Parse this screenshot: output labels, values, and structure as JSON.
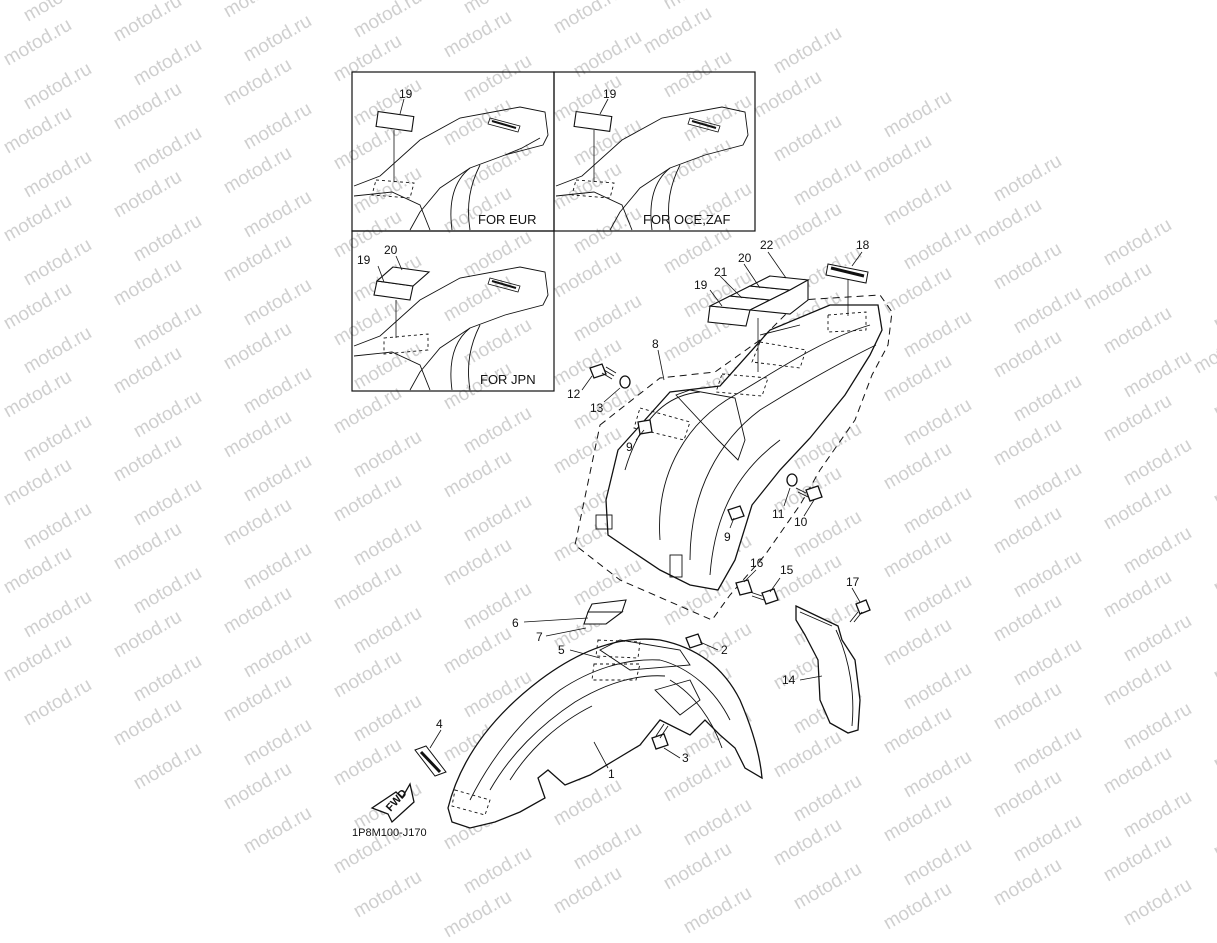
{
  "insets": [
    {
      "label": "FOR EUR",
      "callouts": [
        "19"
      ]
    },
    {
      "label": "FOR OCE,ZAF",
      "callouts": [
        "19"
      ]
    },
    {
      "label": "FOR JPN",
      "callouts": [
        "20",
        "19"
      ]
    }
  ],
  "callouts": {
    "p1": "1",
    "p2": "2",
    "p3": "3",
    "p4": "4",
    "p5": "5",
    "p6": "6",
    "p7": "7",
    "p8": "8",
    "p9a": "9",
    "p9b": "9",
    "p10": "10",
    "p11": "11",
    "p12": "12",
    "p13": "13",
    "p14": "14",
    "p15": "15",
    "p16": "16",
    "p17": "17",
    "p18": "18",
    "p19": "19",
    "p20": "20",
    "p21": "21",
    "p22": "22"
  },
  "fwd_label": "FWD",
  "drawing_code": "1P8M100-J170",
  "watermark_text": "motod.ru"
}
